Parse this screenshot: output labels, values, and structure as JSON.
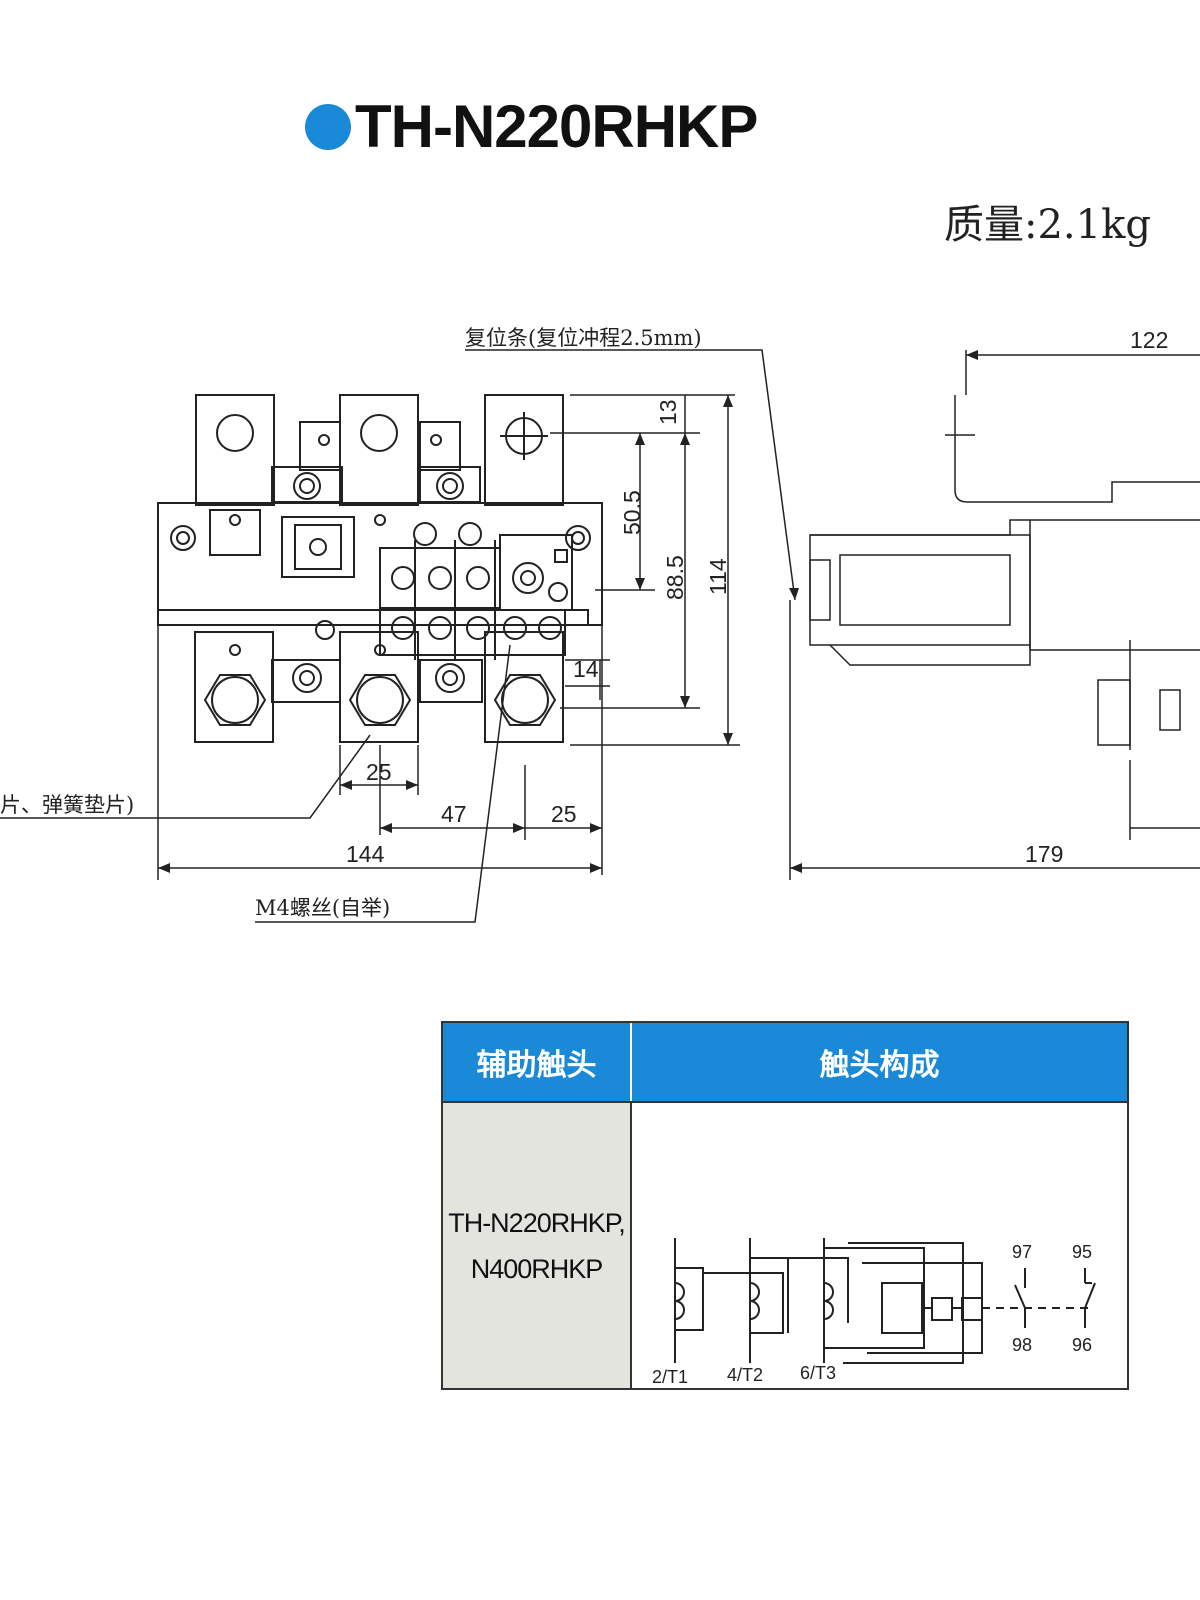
{
  "title": "TH-N220RHKP",
  "weight": "质量:2.1kg",
  "notes": {
    "reset_bar": "复位条(复位冲程2.5mm)",
    "washer": "片、弹簧垫片)",
    "screw": "M4螺丝(自举)"
  },
  "dims": {
    "d13": "13",
    "d50_5": "50.5",
    "d88_5": "88.5",
    "d114": "114",
    "d14": "14",
    "d25a": "25",
    "d47": "47",
    "d25b": "25",
    "d144": "144",
    "d122": "122",
    "d179": "179"
  },
  "table": {
    "header_col1": "辅助触头",
    "header_col2": "触头构成",
    "model_line1": "TH-N220RHKP,",
    "model_line2": "N400RHKP",
    "terminals": {
      "t97": "97",
      "t95": "95",
      "t98": "98",
      "t96": "96",
      "t1": "2/T1",
      "t2": "4/T2",
      "t3": "6/T3"
    }
  },
  "colors": {
    "accent": "#1a8ad8",
    "cell_bg": "#e4e4df"
  }
}
